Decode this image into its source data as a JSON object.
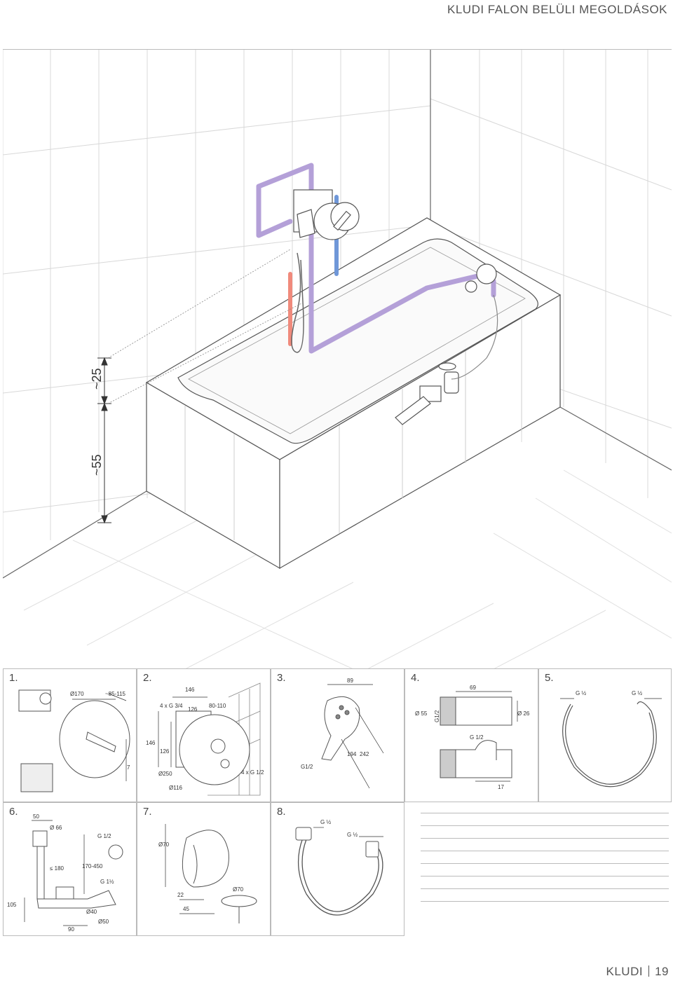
{
  "header": {
    "title": "KLUDI FALON BELÜLI MEGOLDÁSOK"
  },
  "hero": {
    "dim_upper": "~25",
    "dim_lower": "~55"
  },
  "products": [
    {
      "num": "1.",
      "dims": [
        "Ø170",
        "~85-115",
        "7"
      ]
    },
    {
      "num": "2.",
      "dims": [
        "146",
        "4 x G 3/4",
        "126",
        "80-110",
        "146",
        "126",
        "Ø250",
        "Ø116",
        "4 x G 1/2"
      ]
    },
    {
      "num": "3.",
      "dims": [
        "89",
        "194",
        "242",
        "G1/2"
      ]
    },
    {
      "num": "4.",
      "dims": [
        "69",
        "Ø 55",
        "G1/2",
        "Ø 26",
        "G 1/2",
        "17"
      ]
    },
    {
      "num": "5.",
      "dims": [
        "G ½",
        "G ½"
      ]
    },
    {
      "num": "6.",
      "dims": [
        "50",
        "Ø 66",
        "G 1/2",
        "≤ 180",
        "170-450",
        "G 1½",
        "105",
        "Ø40",
        "Ø50",
        "90"
      ]
    },
    {
      "num": "7.",
      "dims": [
        "Ø70",
        "22",
        "45",
        "Ø70"
      ]
    },
    {
      "num": "8.",
      "dims": [
        "G ½",
        "G ½"
      ]
    }
  ],
  "footer": {
    "brand": "KLUDI",
    "page": "19"
  },
  "colors": {
    "purple": "#b4a0d8",
    "red": "#f08a7c",
    "blue": "#6f97d8"
  }
}
